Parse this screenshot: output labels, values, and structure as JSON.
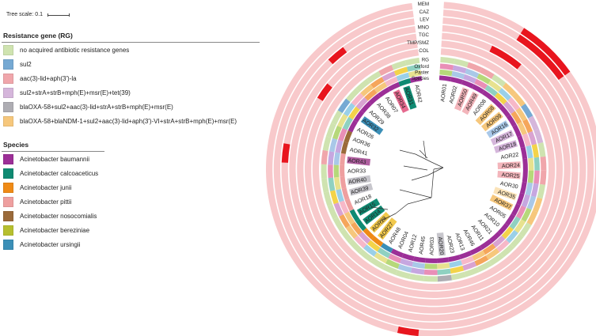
{
  "tree_scale_label": "Tree scale: 0.1",
  "rg_legend": {
    "title": "Resistance gene (RG)",
    "items": [
      {
        "label": "no acquired antibiotic resistance genes",
        "color": "#cfe3b0"
      },
      {
        "label": "sul2",
        "color": "#76a9d3"
      },
      {
        "label": "aac(3)-lid+aph(3')-la",
        "color": "#f0a6ab"
      },
      {
        "label": "sul2+strA+strB+mph(E)+msr(E)+tet(39)",
        "color": "#d5b6db"
      },
      {
        "label": "blaOXA-58+sul2+aac(3)-lid+strA+strB+mph(E)+msr(E)",
        "color": "#aeadb3"
      },
      {
        "label": "blaOXA-58+blaNDM-1+sul2+aac(3)-lid+aph(3')-VI+strA+strB+mph(E)+msr(E)",
        "color": "#f6c77c"
      }
    ]
  },
  "species_legend": {
    "title": "Species",
    "items": [
      {
        "label": "Acinetobacter baumannii",
        "color": "#9c2f97"
      },
      {
        "label": "Acinetobacter calcoaceticus",
        "color": "#0f8a72"
      },
      {
        "label": "Acinetobacter junii",
        "color": "#ef8a16"
      },
      {
        "label": "Acinetobacter pittii",
        "color": "#ee9f9f"
      },
      {
        "label": "Acinetobacter nosocomialis",
        "color": "#9a6a3a"
      },
      {
        "label": "Acinetobacter bereziniae",
        "color": "#b6bf2f"
      },
      {
        "label": "Acinetobacter ursingii",
        "color": "#3b8fb7"
      }
    ]
  },
  "ring_labels": [
    "MEM",
    "CAZ",
    "LEV",
    "MNO",
    "TGC",
    "TMP/SMZ",
    "COL",
    "RG",
    "Oxford",
    "Paster",
    "Species"
  ],
  "isolates": [
    {
      "id": "AOR01",
      "sp": 0,
      "rg": 0,
      "hl": ""
    },
    {
      "id": "AOR02",
      "sp": 0,
      "rg": 0,
      "hl": ""
    },
    {
      "id": "AOR50",
      "sp": 0,
      "rg": 2,
      "hl": "#f3b5bb"
    },
    {
      "id": "AOR49",
      "sp": 0,
      "rg": 2,
      "hl": "#f3b5bb"
    },
    {
      "id": "AOR08",
      "sp": 0,
      "rg": 0,
      "hl": ""
    },
    {
      "id": "AOR08",
      "sp": 0,
      "rg": 5,
      "hl": "#f6c77c"
    },
    {
      "id": "AOR09",
      "sp": 0,
      "rg": 5,
      "hl": "#f6c77c"
    },
    {
      "id": "AOR16",
      "sp": 0,
      "rg": 1,
      "hl": "#a9c8e8"
    },
    {
      "id": "AOR17",
      "sp": 0,
      "rg": 3,
      "hl": "#d5b6db"
    },
    {
      "id": "AOR18",
      "sp": 0,
      "rg": 3,
      "hl": "#d5b6db"
    },
    {
      "id": "AOR22",
      "sp": 0,
      "rg": 0,
      "hl": ""
    },
    {
      "id": "AOR24",
      "sp": 0,
      "rg": 2,
      "hl": "#f3b5bb"
    },
    {
      "id": "AOR25",
      "sp": 0,
      "rg": 2,
      "hl": "#f3b5bb"
    },
    {
      "id": "AOR30",
      "sp": 0,
      "rg": 0,
      "hl": ""
    },
    {
      "id": "AOR35",
      "sp": 0,
      "rg": 5,
      "hl": "#fbe3b8"
    },
    {
      "id": "AOR37",
      "sp": 0,
      "rg": 5,
      "hl": "#f6c77c"
    },
    {
      "id": "AOR05",
      "sp": 0,
      "rg": 0,
      "hl": ""
    },
    {
      "id": "AOR10",
      "sp": 0,
      "rg": 0,
      "hl": ""
    },
    {
      "id": "AOR21",
      "sp": 0,
      "rg": 0,
      "hl": ""
    },
    {
      "id": "AOR11",
      "sp": 0,
      "rg": 0,
      "hl": ""
    },
    {
      "id": "AOR46",
      "sp": 0,
      "rg": 0,
      "hl": ""
    },
    {
      "id": "AOR13",
      "sp": 0,
      "rg": 0,
      "hl": ""
    },
    {
      "id": "AOR23",
      "sp": 0,
      "rg": 0,
      "hl": ""
    },
    {
      "id": "AOR20",
      "sp": 0,
      "rg": 4,
      "hl": "#c7c6cc"
    },
    {
      "id": "AOR03",
      "sp": 0,
      "rg": 0,
      "hl": ""
    },
    {
      "id": "AOR45",
      "sp": 0,
      "rg": 0,
      "hl": ""
    },
    {
      "id": "AOR12",
      "sp": 0,
      "rg": 0,
      "hl": ""
    },
    {
      "id": "AOR04",
      "sp": 0,
      "rg": 0,
      "hl": ""
    },
    {
      "id": "AOR48",
      "sp": 6,
      "rg": 0,
      "hl": ""
    },
    {
      "id": "AOR27",
      "sp": 2,
      "rg": 0,
      "hl": "#f2c94c"
    },
    {
      "id": "AOR28",
      "sp": 2,
      "rg": 0,
      "hl": "#f2c94c"
    },
    {
      "id": "AOR14",
      "sp": 1,
      "rg": 0,
      "hl": "#0f8a72"
    },
    {
      "id": "AOR15",
      "sp": 1,
      "rg": 0,
      "hl": "#0f8a72"
    },
    {
      "id": "AOR18",
      "sp": 3,
      "rg": 0,
      "hl": ""
    },
    {
      "id": "AOR39",
      "sp": 3,
      "rg": 0,
      "hl": "#c7c6cc"
    },
    {
      "id": "AOR40",
      "sp": 3,
      "rg": 0,
      "hl": "#c7c6cc"
    },
    {
      "id": "AOR33",
      "sp": 3,
      "rg": 0,
      "hl": ""
    },
    {
      "id": "AOR43",
      "sp": 3,
      "rg": 2,
      "hl": "#b05fa0"
    },
    {
      "id": "AOR41",
      "sp": 4,
      "rg": 0,
      "hl": ""
    },
    {
      "id": "AOR36",
      "sp": 4,
      "rg": 0,
      "hl": ""
    },
    {
      "id": "AOR26",
      "sp": 0,
      "rg": 0,
      "hl": ""
    },
    {
      "id": "AOR32",
      "sp": 0,
      "rg": 1,
      "hl": "#3b8fb7"
    },
    {
      "id": "AOR29",
      "sp": 0,
      "rg": 0,
      "hl": ""
    },
    {
      "id": "AOR38",
      "sp": 0,
      "rg": 0,
      "hl": ""
    },
    {
      "id": "AOR07",
      "sp": 0,
      "rg": 0,
      "hl": ""
    },
    {
      "id": "AOR34",
      "sp": 0,
      "rg": 2,
      "hl": "#e66a8f"
    },
    {
      "id": "AOR31",
      "sp": 1,
      "rg": 0,
      "hl": "#0f8a72"
    },
    {
      "id": "AOR42",
      "sp": 0,
      "rg": 0,
      "hl": ""
    }
  ],
  "resistance_arcs": [
    {
      "ring": 0,
      "from": 4,
      "to": 7
    },
    {
      "ring": 1,
      "from": 4,
      "to": 7
    },
    {
      "ring": 4,
      "from": 3,
      "to": 5
    },
    {
      "ring": 2,
      "from": 43,
      "to": 44
    },
    {
      "ring": 4,
      "from": 41,
      "to": 42
    },
    {
      "ring": 2,
      "from": 37,
      "to": 38
    },
    {
      "ring": 0,
      "from": 25,
      "to": 26
    }
  ]
}
